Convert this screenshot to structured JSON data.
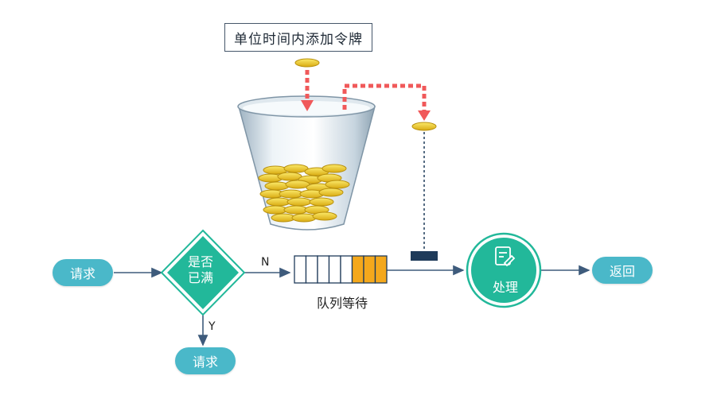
{
  "title_box": "单位时间内添加令牌",
  "request_in": "请求",
  "decision": {
    "line1": "是否",
    "line2": "已满"
  },
  "branch_no": "N",
  "branch_yes": "Y",
  "rejected_request": "请求",
  "queue": {
    "caption": "队列等待",
    "slots_total": 8,
    "slots_filled": 3
  },
  "process": "处理",
  "return": "返回",
  "colors": {
    "teal": "#4ab8c9",
    "green": "#22b89a",
    "arrow": "#3e5b7c",
    "dashed_red": "#f0595a",
    "coin": "#f2d23a",
    "queue_fill": "#f4a81c",
    "token_slot": "#1f3b5a"
  }
}
